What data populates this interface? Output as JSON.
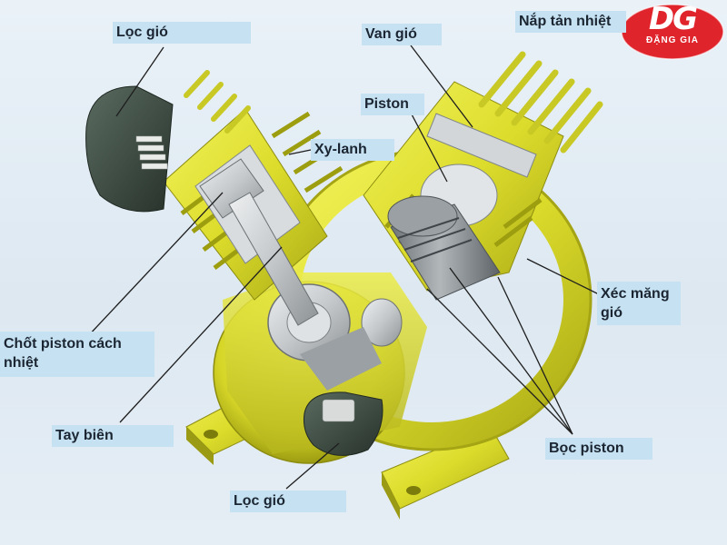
{
  "logo": {
    "mark": "DG",
    "name": "ĐẶNG GIA",
    "color": "#e0242c"
  },
  "labels": {
    "loc_gio_top": "Lọc gió",
    "van_gio": "Van gió",
    "nap_tan_nhiet": "Nắp tản nhiệt",
    "piston": "Piston",
    "xy_lanh": "Xy-lanh",
    "xec_mang_gio": "Xéc măng gió",
    "chot_piston": "Chốt piston cách nhiệt",
    "tay_bien": "Tay biên",
    "boc_piston": "Bọc piston",
    "loc_gio_bottom": "Lọc gió"
  },
  "colors": {
    "label_bg": "#c5e1f2",
    "body_yellow": "#dede2e",
    "body_yellow_dark": "#a8a818",
    "metal_gray": "#b8bcbf",
    "filter_dark": "#3b4a40"
  }
}
